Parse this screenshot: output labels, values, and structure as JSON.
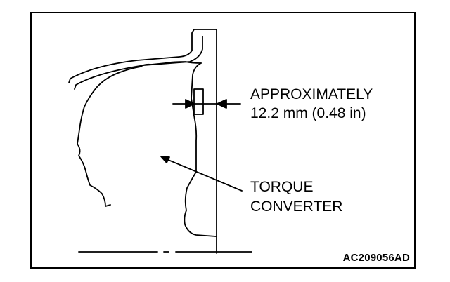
{
  "labels": {
    "dimension_line_1": "APPROXIMATELY",
    "dimension_line_2": "12.2 mm (0.48 in)",
    "torque_converter_line_1": "TORQUE",
    "torque_converter_line_2": "CONVERTER",
    "figure_code": "AC209056AD"
  },
  "colors": {
    "line": "#000000",
    "background": "#ffffff"
  }
}
